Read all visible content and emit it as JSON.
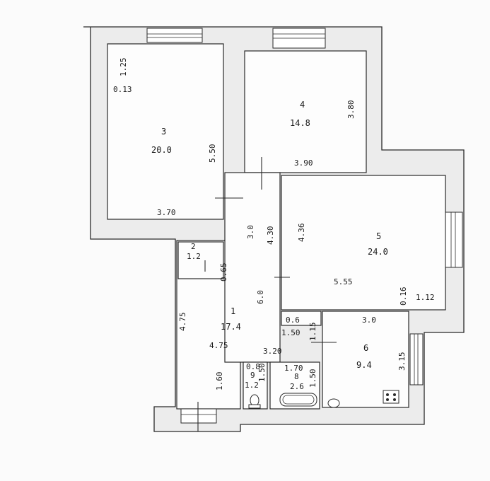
{
  "rooms": [
    {
      "number": "1",
      "area": "17.4"
    },
    {
      "number": "2",
      "area": "1.2"
    },
    {
      "number": "3",
      "area": "20.0"
    },
    {
      "number": "4",
      "area": "14.8"
    },
    {
      "number": "5",
      "area": "24.0"
    },
    {
      "number": "6",
      "area": "9.4"
    },
    {
      "number": "8",
      "area": "2.6"
    },
    {
      "number": "9",
      "area": "1.2"
    }
  ],
  "dimensions": [
    "1.25",
    "0.13",
    "5.50",
    "3.70",
    "3.80",
    "3.90",
    "3.0",
    "4.30",
    "4.36",
    "5.55",
    "0.16",
    "1.12",
    "0.65",
    "6.0",
    "4.75",
    "4.75",
    "1.60",
    "0.6",
    "1.50",
    "1.15",
    "3.20",
    "0.8",
    "1.50",
    "1.70",
    "1.50",
    "3.0",
    "3.15"
  ]
}
